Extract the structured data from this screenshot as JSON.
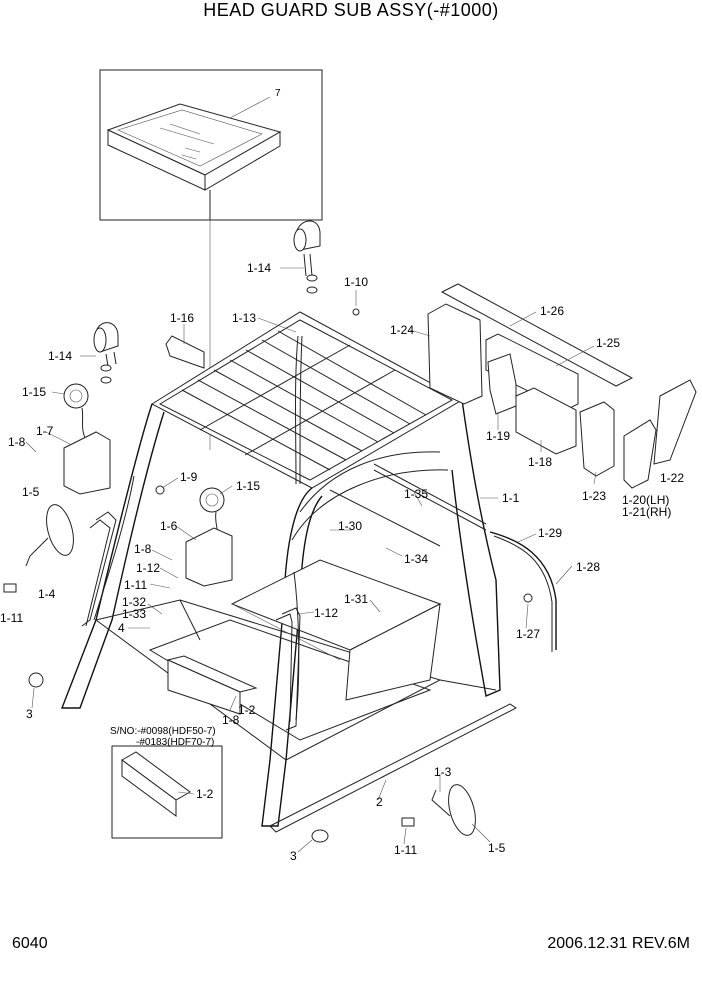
{
  "title": "HEAD GUARD SUB ASSY(-#1000)",
  "page_number": "6040",
  "revision": "2006.12.31 REV.6M",
  "serial_note": {
    "line1": "S/NO:-#0098(HDF50-7)",
    "line2": "-#0183(HDF70-7)"
  },
  "labels": {
    "l7": "7",
    "l1_14a": "1-14",
    "l1_10": "1-10",
    "l1_16": "1-16",
    "l1_13": "1-13",
    "l1_24": "1-24",
    "l1_26": "1-26",
    "l1_25": "1-25",
    "l1_14b": "1-14",
    "l1_15a": "1-15",
    "l1_19": "1-19",
    "l1_18": "1-18",
    "l1_23": "1-23",
    "l1_20": "1-20(LH)",
    "l1_21": "1-21(RH)",
    "l1_22": "1-22",
    "l1_8a": "1-8",
    "l1_7": "1-7",
    "l1_9": "1-9",
    "l1_15b": "1-15",
    "l1_1": "1-1",
    "l1_35": "1-35",
    "l1_5a": "1-5",
    "l1_6": "1-6",
    "l1_30": "1-30",
    "l1_34": "1-34",
    "l1_29": "1-29",
    "l1_8b": "1-8",
    "l1_12a": "1-12",
    "l1_11a": "1-11",
    "l1_4": "1-4",
    "l1_32": "1-32",
    "l1_33": "1-33",
    "l1_11b": "1-11",
    "l4": "4",
    "l1_31": "1-31",
    "l1_12b": "1-12",
    "l1_28": "1-28",
    "l1_27": "1-27",
    "l3a": "3",
    "l1_2a": "1-2",
    "l1_8c": "1-8",
    "l1_2b": "1-2",
    "l1_3": "1-3",
    "l2": "2",
    "l1_11c": "1-11",
    "l1_5b": "1-5",
    "l3b": "3"
  }
}
